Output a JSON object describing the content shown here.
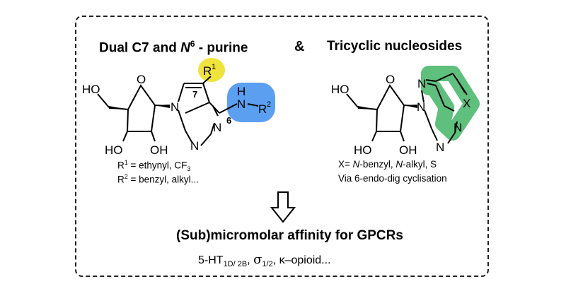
{
  "left": {
    "title_pre": "Dual C7 and ",
    "title_n": "N",
    "title_sup": "6",
    "title_post": " - purine",
    "ho_top": "HO",
    "ho_bl": "HO",
    "oh_br": "OH",
    "ring_o": "O",
    "n9": "N",
    "n1": "N",
    "n3": "N",
    "n6_h": "H",
    "n6_n": "N",
    "r1_label": "R",
    "r1_sup": "1",
    "r2_label": "R",
    "r2_sup": "2",
    "pos7": "7",
    "pos6": "6",
    "line1_r": "R",
    "line1_sup": "1",
    "line1_rest": " = ethynyl, CF",
    "line1_sub": "3",
    "line2_r": "R",
    "line2_sup": "2",
    "line2_rest": " = benzyl, alkyl..."
  },
  "amp": "&",
  "right": {
    "title": "Tricyclic nucleosides",
    "ho_top": "HO",
    "ho_bl": "HO",
    "oh_br": "OH",
    "ring_o": "O",
    "n_a": "N",
    "n_b": "N",
    "n_c": "N",
    "n_d": "N",
    "x_label": "X",
    "line1_pre": "X= ",
    "line1_n1": "N",
    "line1_mid": "-benzyl, ",
    "line1_n2": "N",
    "line1_post": "-alkyl, S",
    "line2": "Via 6-endo-dig cyclisation"
  },
  "bottom": {
    "heading": "(Sub)micromolar affinity for GPCRs",
    "ht": "5-HT",
    "ht_sub": "1D/ 2B",
    "sigma": "σ",
    "sigma_sub": "1/2",
    "kappa": ", κ–opioid..."
  },
  "colors": {
    "yellow": "#f0e33c",
    "blue": "#5b9ff0",
    "green": "#5fbf7c"
  },
  "icons": {
    "arrow": "open-down-arrow-icon"
  }
}
